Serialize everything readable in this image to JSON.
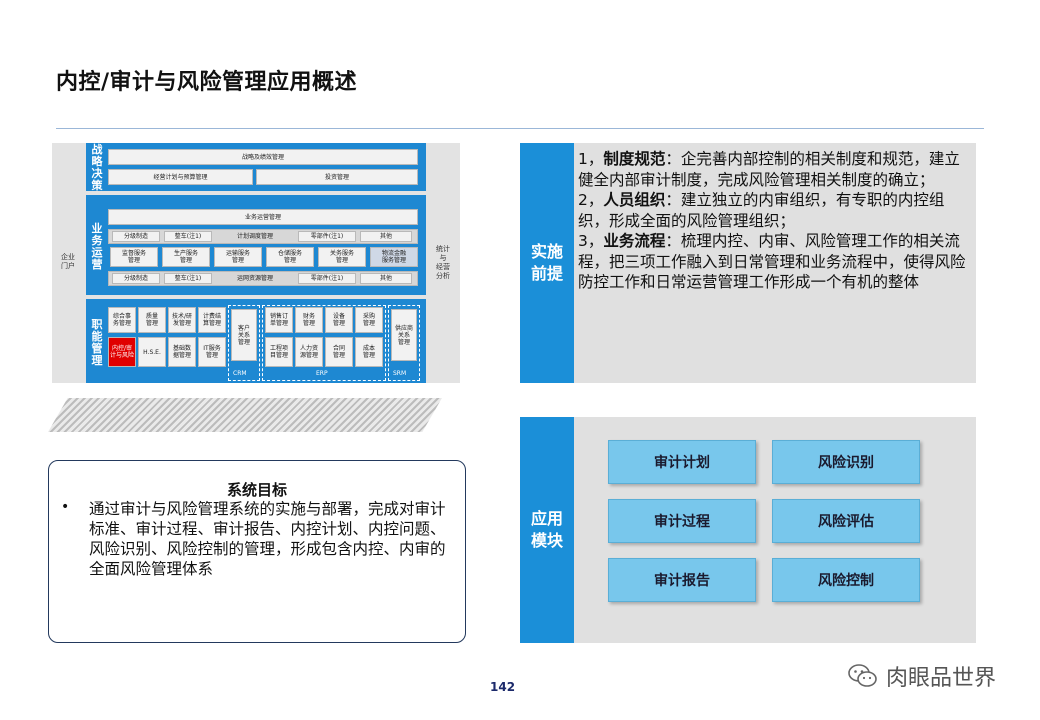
{
  "title": "内控/审计与风险管理应用概述",
  "diagram": {
    "portal": "企业\n门户",
    "stats": "统计\n与\n经营\n分析",
    "strategy": {
      "label": "战略决策",
      "row1": "战略及绩效管理",
      "row2a": "经营计划与预算管理",
      "row2b": "投资管理"
    },
    "operations": {
      "label": "业务运营",
      "header": "业务运营管理",
      "subrow": [
        "分级制造",
        "整车(注1)",
        "计划调度管理",
        "零部件(注1)",
        "其他"
      ],
      "services": [
        "监督服务\n管理",
        "生产服务\n管理",
        "运输服务\n管理",
        "仓储服务\n管理",
        "关务服务\n管理",
        "物流金融\n服务管理"
      ],
      "subrow2": [
        "分级制造",
        "整车(注1)",
        "运网资源管理",
        "零部件(注1)",
        "其他"
      ]
    },
    "functions": {
      "label": "职能管理",
      "left": [
        "综合事\n务管理",
        "质量\n管理",
        "技术/研\n发管理",
        "计费结\n算管理",
        "内控/审\n计与风险",
        "H.S.E.",
        "基础数\n据管理",
        "IT服务\n管理"
      ],
      "crm": "客户\n关系\n管理",
      "crm_label": "CRM",
      "erp": [
        "销售订\n单管理",
        "财务\n管理",
        "设备\n管理",
        "采购\n管理",
        "工程项\n目管理",
        "人力资\n源管理",
        "合同\n管理",
        "成本\n管理"
      ],
      "erp_label": "ERP",
      "srm": "供应商\n关系\n管理",
      "srm_label": "SRM"
    }
  },
  "goal": {
    "title": "系统目标",
    "bullet": "•",
    "text": "通过审计与风险管理系统的实施与部署，完成对审计标准、审计过程、审计报告、内控计划、内控问题、风险识别、风险控制的管理，形成包含内控、内审的全面风险管理体系"
  },
  "premise": {
    "label_line1": "实施",
    "label_line2": "前提",
    "items": [
      {
        "prefix": "1，",
        "bold": "制度规范",
        "text": "：企完善内部控制的相关制度和规范，建立健全内部审计制度，完成风险管理相关制度的确立；"
      },
      {
        "prefix": "2，",
        "bold": "人员组织",
        "text": "：建立独立的内审组织，有专职的内控组织，形成全面的风险管理组织；"
      },
      {
        "prefix": "3，",
        "bold": "业务流程",
        "text": "：梳理内控、内审、风险管理工作的相关流程，把三项工作融入到日常管理和业务流程中，使得风险防控工作和日常运营管理工作形成一个有机的整体"
      }
    ]
  },
  "modules": {
    "label_line1": "应用",
    "label_line2": "模块",
    "items": [
      "审计计划",
      "风险识别",
      "审计过程",
      "风险评估",
      "审计报告",
      "风险控制"
    ]
  },
  "page_number": "142",
  "watermark": "肉眼品世界",
  "colors": {
    "accent": "#1b8fd8",
    "module": "#78c7ec",
    "panel": "#e0e0e0",
    "highlight": "#e00000"
  }
}
